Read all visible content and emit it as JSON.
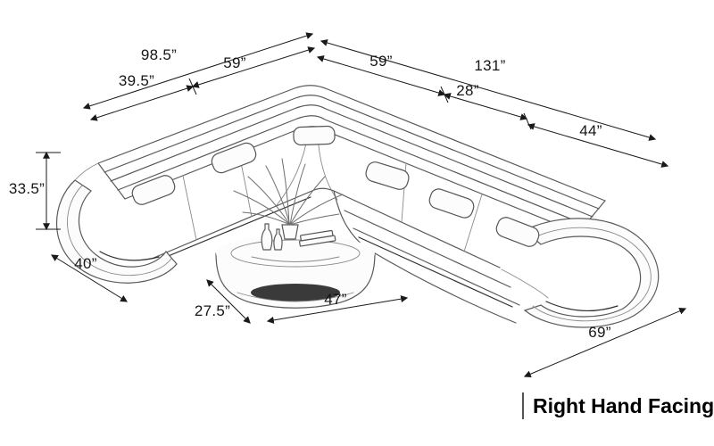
{
  "orientation_label": "Right Hand Facing",
  "dimensions": {
    "left_overall": "98.5”",
    "left_seat": "59”",
    "left_arm_span": "39.5”",
    "right_seat": "59”",
    "right_overall": "131”",
    "right_mid": "28”",
    "chaise_length": "44”",
    "back_height": "33.5”",
    "left_depth": "40”",
    "table_depth": "27.5”",
    "table_width": "47”",
    "chaise_front": "69”"
  },
  "colors": {
    "ink": "#1a1a1a",
    "line_art": "#5a5a5a",
    "accent_trim": "#2e2e2e",
    "background": "#ffffff"
  }
}
